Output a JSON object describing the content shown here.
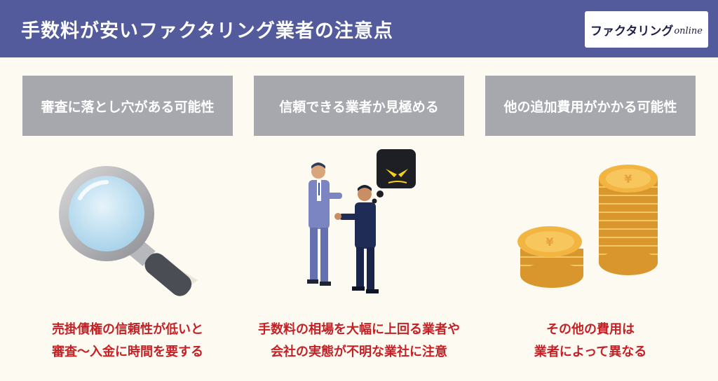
{
  "header": {
    "title": "手数料が安いファクタリング業者の注意点",
    "logo_main": "ファクタリング",
    "logo_sub": "online"
  },
  "columns": [
    {
      "heading": "審査に落とし穴がある可能性",
      "caption_line1": "売掛債権の信頼性が低いと",
      "caption_line2": "審査〜入金に時間を要する",
      "icon": "magnifying-glass-icon"
    },
    {
      "heading": "信頼できる業者か見極める",
      "caption_line1": "手数料の相場を大幅に上回る業者や",
      "caption_line2": "会社の実態が不明な業社に注意",
      "icon": "businessmen-talking-icon"
    },
    {
      "heading": "他の追加費用がかかる可能性",
      "caption_line1": "その他の費用は",
      "caption_line2": "業者によって異なる",
      "icon": "yen-coins-icon"
    }
  ],
  "colors": {
    "header_bg": "#535b9d",
    "card_head_bg": "#a6a8ad",
    "caption_text": "#c42127",
    "page_bg": "#fdfaf1"
  }
}
